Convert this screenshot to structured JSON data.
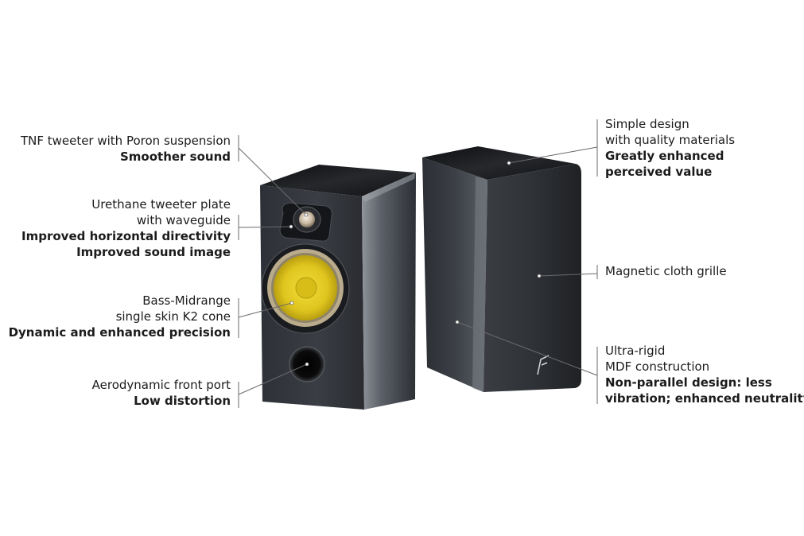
{
  "brand": {
    "logo_icon": "focal-f-logo-icon",
    "colors": {
      "cabinet": "#2b2e33",
      "cabinet_top": "#141518",
      "cone_yellow": "#e2c820",
      "surround": "#b9ab8c",
      "text": "#1b1b1b",
      "leader": "#6a6a6a"
    }
  },
  "callouts": {
    "tweeter": {
      "lines": [
        "TNF tweeter with Poron suspension"
      ],
      "benefit": [
        "Smoother sound"
      ]
    },
    "tweeter_plate": {
      "lines": [
        "Urethane tweeter plate",
        "with waveguide"
      ],
      "benefit": [
        "Improved horizontal directivity",
        "Improved sound image"
      ]
    },
    "woofer": {
      "lines": [
        "Bass-Midrange",
        "single skin K2 cone"
      ],
      "benefit": [
        "Dynamic and enhanced precision"
      ]
    },
    "port": {
      "lines": [
        "Aerodynamic front port"
      ],
      "benefit": [
        "Low distortion"
      ]
    },
    "design": {
      "lines": [
        "Simple design",
        "with quality materials"
      ],
      "benefit": [
        "Greatly enhanced",
        "perceived value"
      ]
    },
    "grille": {
      "lines": [
        "Magnetic cloth grille"
      ],
      "benefit": []
    },
    "cabinet": {
      "lines": [
        "Ultra-rigid",
        "MDF construction"
      ],
      "benefit": [
        "Non-parallel design: less",
        "vibration; enhanced neutrality"
      ]
    }
  }
}
